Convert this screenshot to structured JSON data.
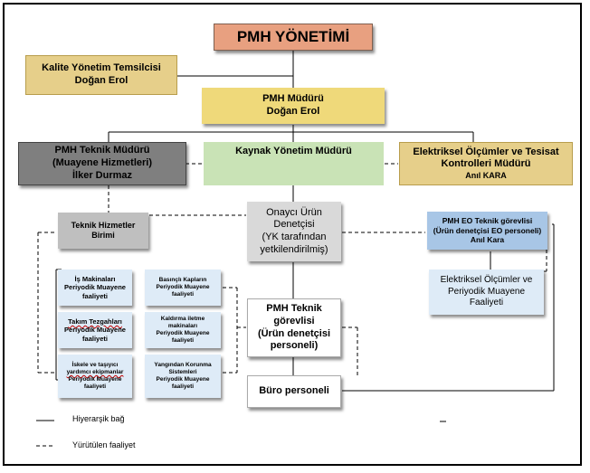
{
  "nodes": {
    "top": {
      "label": "PMH YÖNETİMİ",
      "color": "#e8a080"
    },
    "quality": {
      "title": "Kalite Yönetim Temsilcisi",
      "name": "Doğan Erol",
      "color": "#e6cf8a"
    },
    "manager": {
      "title": "PMH Müdürü",
      "name": "Doğan Erol",
      "color": "#efd97a"
    },
    "tech_manager": {
      "line1": "PMH Teknik Müdürü",
      "line2": "(Muayene Hizmetleri)",
      "name": "İlker Durmaz",
      "color": "#7f7f7f"
    },
    "resource_manager": {
      "label": "Kaynak Yönetim Müdürü",
      "color": "#c9e3b6"
    },
    "electric_manager": {
      "line1": "Elektriksel Ölçümler ve Tesisat",
      "line2": "Kontrolleri Müdürü",
      "name": "Anıl KARA",
      "color": "#e6cf8a"
    },
    "tech_services": {
      "line1": "Teknik Hizmetler",
      "line2": "Birimi",
      "color": "#bfbfbf"
    },
    "approver": {
      "line1": "Onaycı Ürün",
      "line2": "Denetçisi",
      "line3": "(YK tarafından",
      "line4": "yetkilendirilmiş)",
      "color": "#d9d9d9"
    },
    "eo_tech": {
      "line1": "PMH EO Teknik görevlisi",
      "line2": "(Ürün denetçisi EO personeli)",
      "name": "Anıl Kara",
      "color": "#a8c6e6"
    },
    "eo_activity": {
      "line1": "Elektriksel Ölçümler ve",
      "line2": "Periyodik Muayene",
      "line3": "Faaliyeti",
      "color": "#deebf7"
    },
    "pmh_tech": {
      "line1": "PMH Teknik",
      "line2": "görevlisi",
      "line3": "(Ürün denetçisi",
      "line4": "personeli)",
      "color": "#ffffff"
    },
    "office": {
      "label": "Büro personeli",
      "color": "#ffffff"
    },
    "activities_left": [
      {
        "line1": "İş Makinaları",
        "line2": "Periyodik Muayene",
        "line3": "faaliyeti"
      },
      {
        "line1": "Takım Tezgahları",
        "line2": "Periyodik Muayene",
        "line3": "faaliyeti"
      },
      {
        "line1": "İskele ve taşıyıcı",
        "line2": "yardımcı ekipmanlar",
        "line3": "Periyodik Muayene",
        "line4": "faaliyeti"
      }
    ],
    "activities_right": [
      {
        "line1": "Basınçlı Kapların",
        "line2": "Periyodik Muayene",
        "line3": "faaliyeti"
      },
      {
        "line1": "Kaldırma iletme",
        "line2": "makinaları",
        "line3": "Periyodik Muayene",
        "line4": "faaliyeti"
      },
      {
        "line1": "Yangından Korunma",
        "line2": "Sistemleri",
        "line3": "Periyodik Muayene",
        "line4": "faaliyeti"
      }
    ],
    "activity_color": "#deebf7"
  },
  "legend": {
    "solid_label": "Hiyerarşik bağ",
    "dashed_label": "Yürütülen faaliyet"
  }
}
